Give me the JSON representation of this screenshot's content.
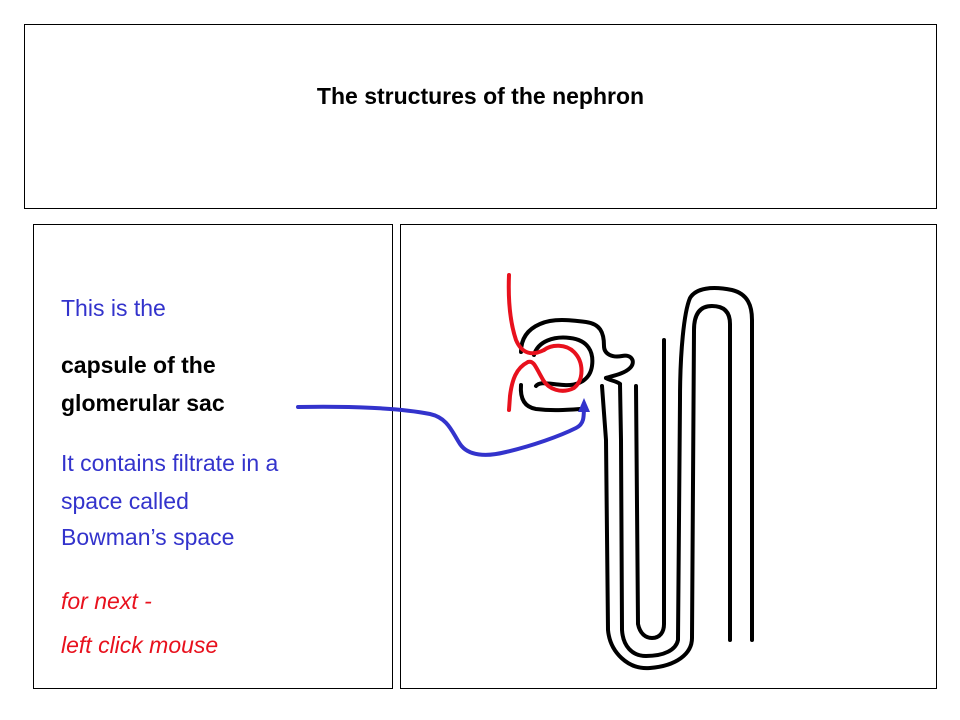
{
  "colors": {
    "blue": "#3333cc",
    "red": "#e8111d",
    "black": "#000000"
  },
  "slide": {
    "title": "The structures of the nephron"
  },
  "text_panel": {
    "intro": "This is the",
    "term_line1": "capsule of the",
    "term_line2": "glomerular sac",
    "desc_line1": "It contains filtrate in a",
    "desc_line2": "space called",
    "desc_line3": "Bowman’s space",
    "next_line1": "for next -",
    "next_line2": "left click mouse"
  },
  "diagram": {
    "pointer_target": "glomerular capsule",
    "elements": [
      "blood-vessel",
      "glomerulus",
      "capsule",
      "tubule-loop",
      "collecting-duct"
    ]
  }
}
